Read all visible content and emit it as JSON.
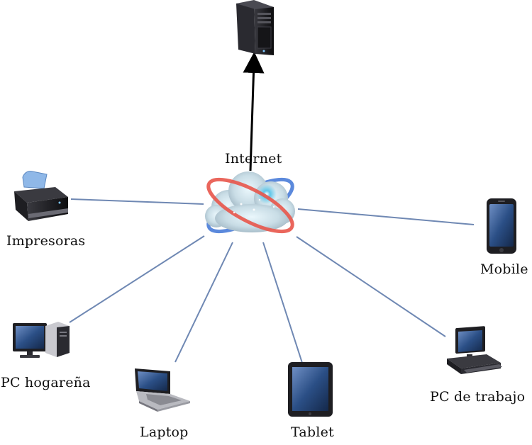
{
  "nodes": {
    "internet": {
      "label": "Internet"
    },
    "server": {
      "icon": "server-tower-icon"
    },
    "printers": {
      "label": "Impresoras",
      "icon": "printer-icon"
    },
    "mobile": {
      "label": "Mobile",
      "icon": "smartphone-icon"
    },
    "home_pc": {
      "label": "PC hogareña",
      "icon": "desktop-computer-icon"
    },
    "laptop": {
      "label": "Laptop",
      "icon": "laptop-icon"
    },
    "tablet": {
      "label": "Tablet",
      "icon": "tablet-icon"
    },
    "work_pc": {
      "label": "PC de trabajo",
      "icon": "workstation-icon"
    }
  },
  "colors": {
    "link_line": "#6f88b3",
    "arrow": "#000000",
    "screen_blue": "#2b4f86",
    "device_dark": "#1e1e22",
    "cloud_glow": "#5fc6e8",
    "orbit_red": "#e8554a",
    "orbit_blue": "#3e74d6"
  }
}
